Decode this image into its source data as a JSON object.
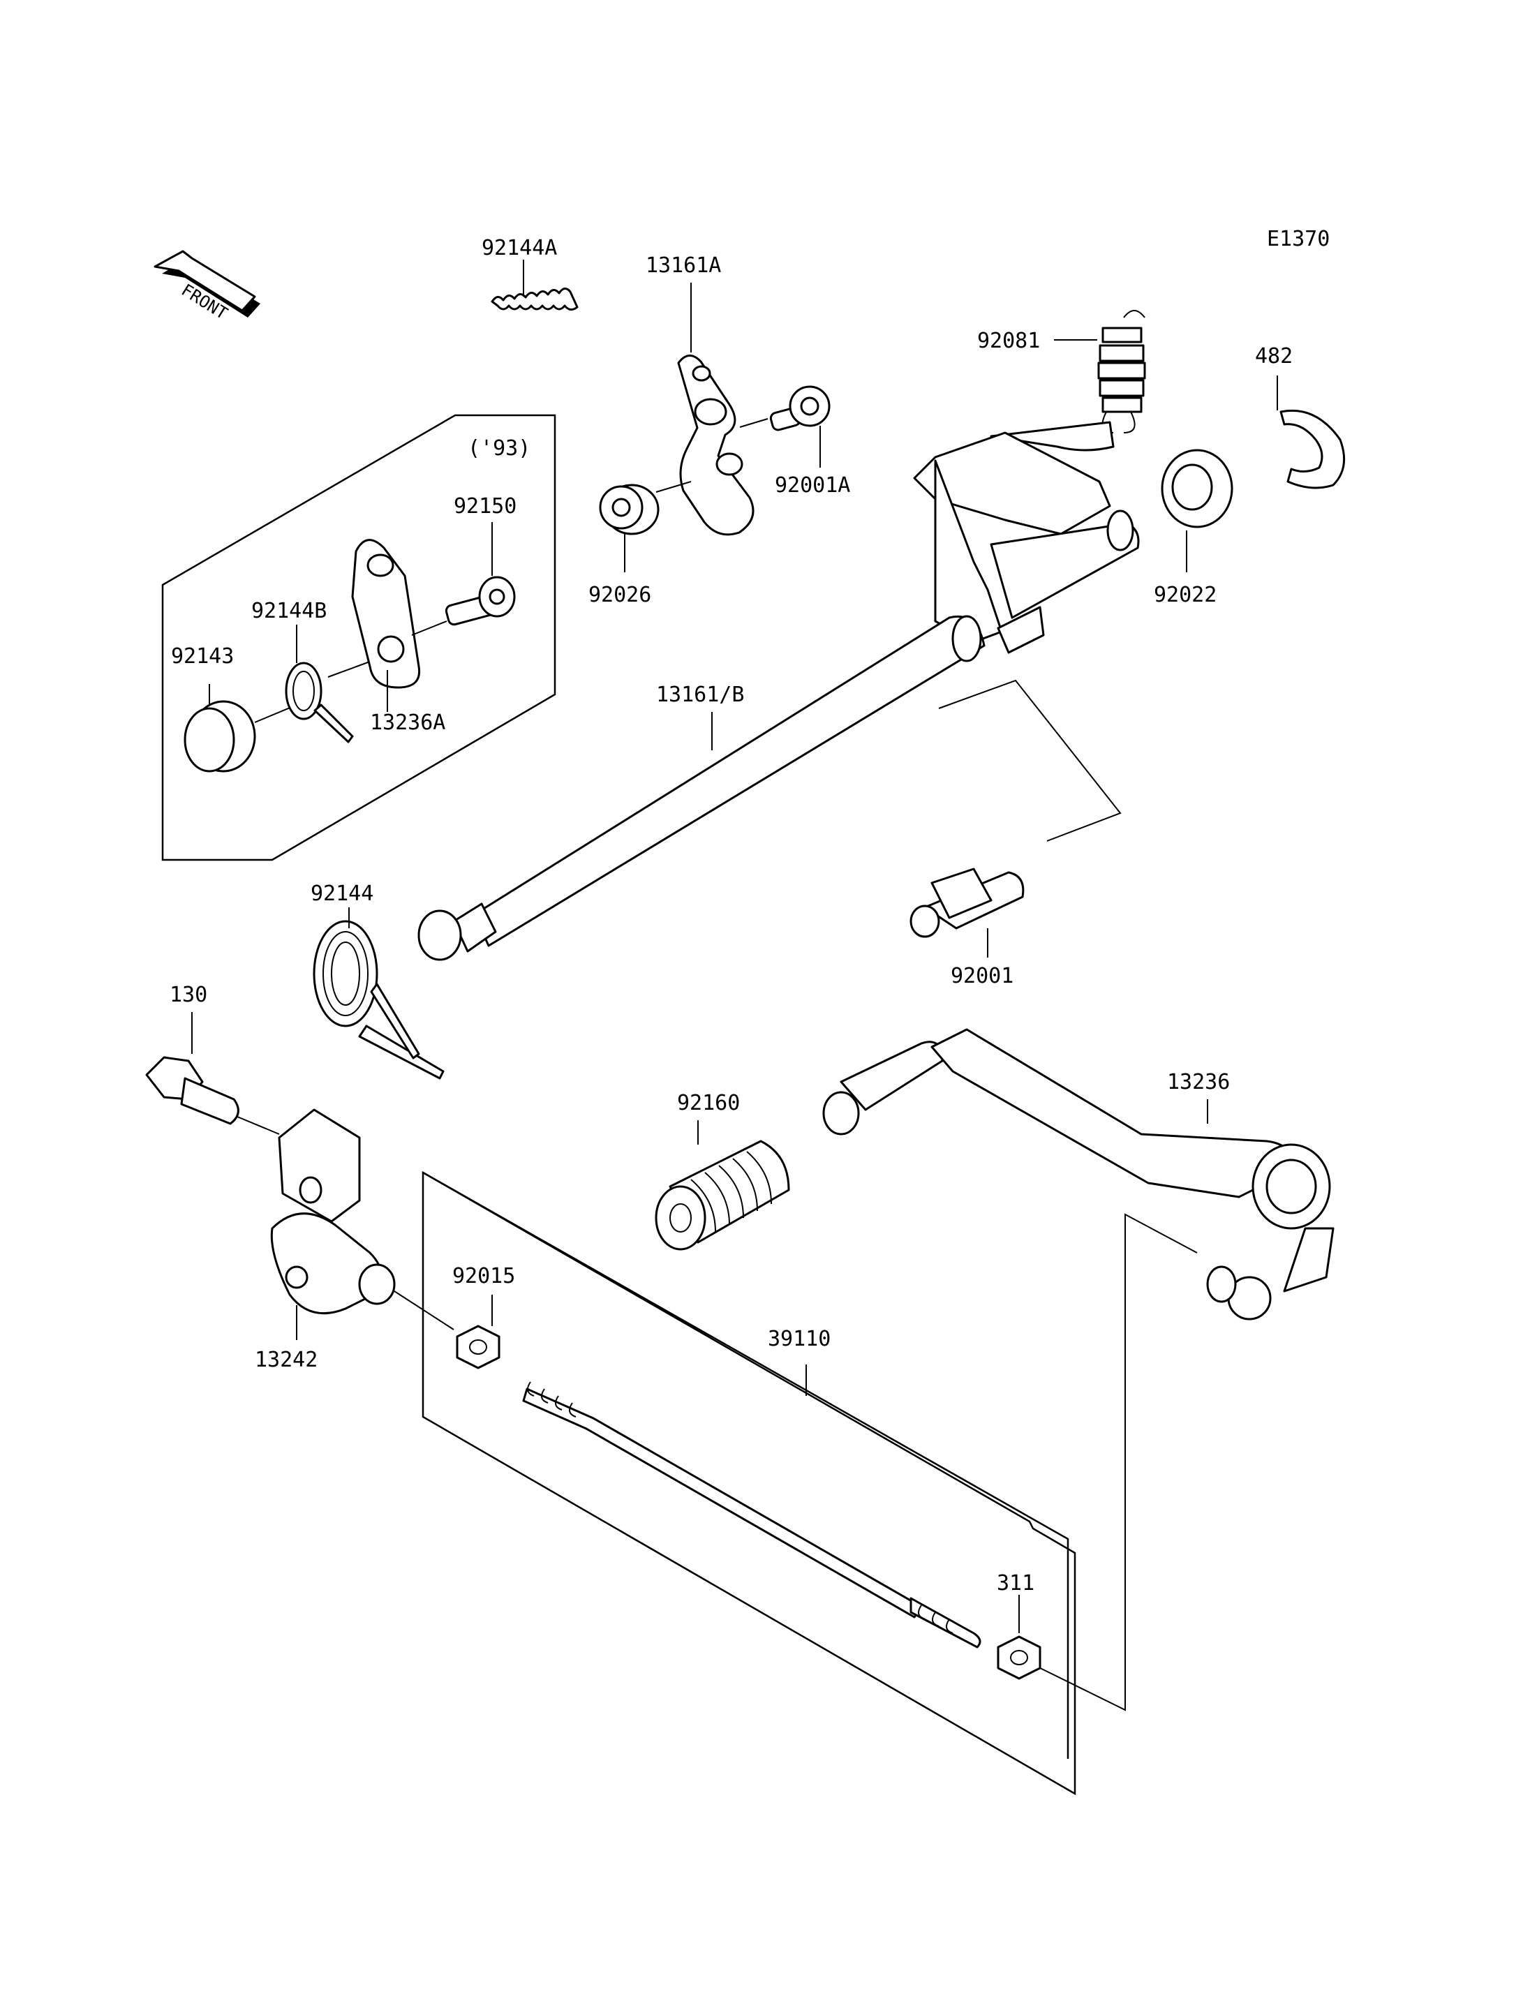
{
  "diagram_code": "E1370",
  "front_marker": "FRONT",
  "inset_note": "('93)",
  "parts": {
    "p92144A": "92144A",
    "p13161A": "13161A",
    "p92081": "92081",
    "p482": "482",
    "p92150": "92150",
    "p92001A": "92001A",
    "p92144B": "92144B",
    "p92143": "92143",
    "p13236A": "13236A",
    "p92026": "92026",
    "p92022": "92022",
    "p13161B": "13161/B",
    "p92144": "92144",
    "p92001": "92001",
    "p130": "130",
    "p92160": "92160",
    "p13236": "13236",
    "p92015": "92015",
    "p39110": "39110",
    "p13242": "13242",
    "p311": "311"
  }
}
